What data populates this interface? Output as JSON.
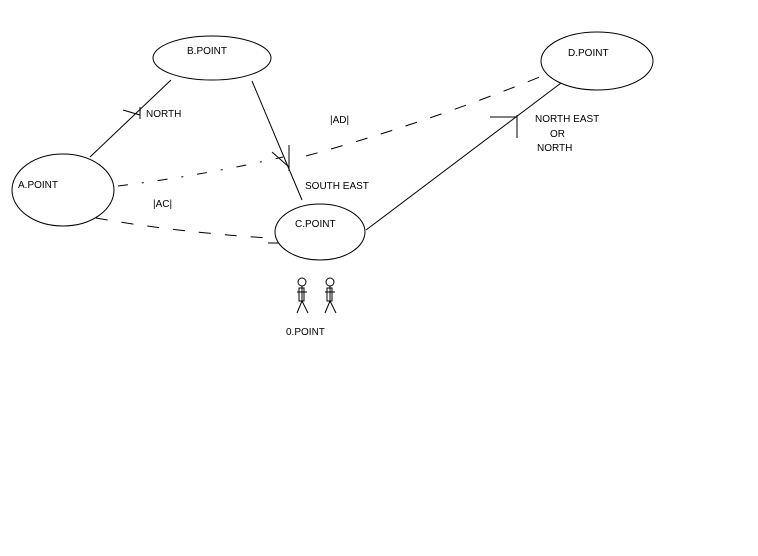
{
  "nodes": {
    "a": "A.POINT",
    "b": "B.POINT",
    "c": "C.POINT",
    "d": "D.POINT"
  },
  "directions": {
    "north": "NORTH",
    "south_east": "SOUTH EAST",
    "north_east_line1": "NORTH EAST",
    "north_east_line2": "OR",
    "north_east_line3": "NORTH"
  },
  "distances": {
    "ad": "|AD|",
    "ac": "|AC|"
  },
  "observer": {
    "label": "0.POINT"
  }
}
